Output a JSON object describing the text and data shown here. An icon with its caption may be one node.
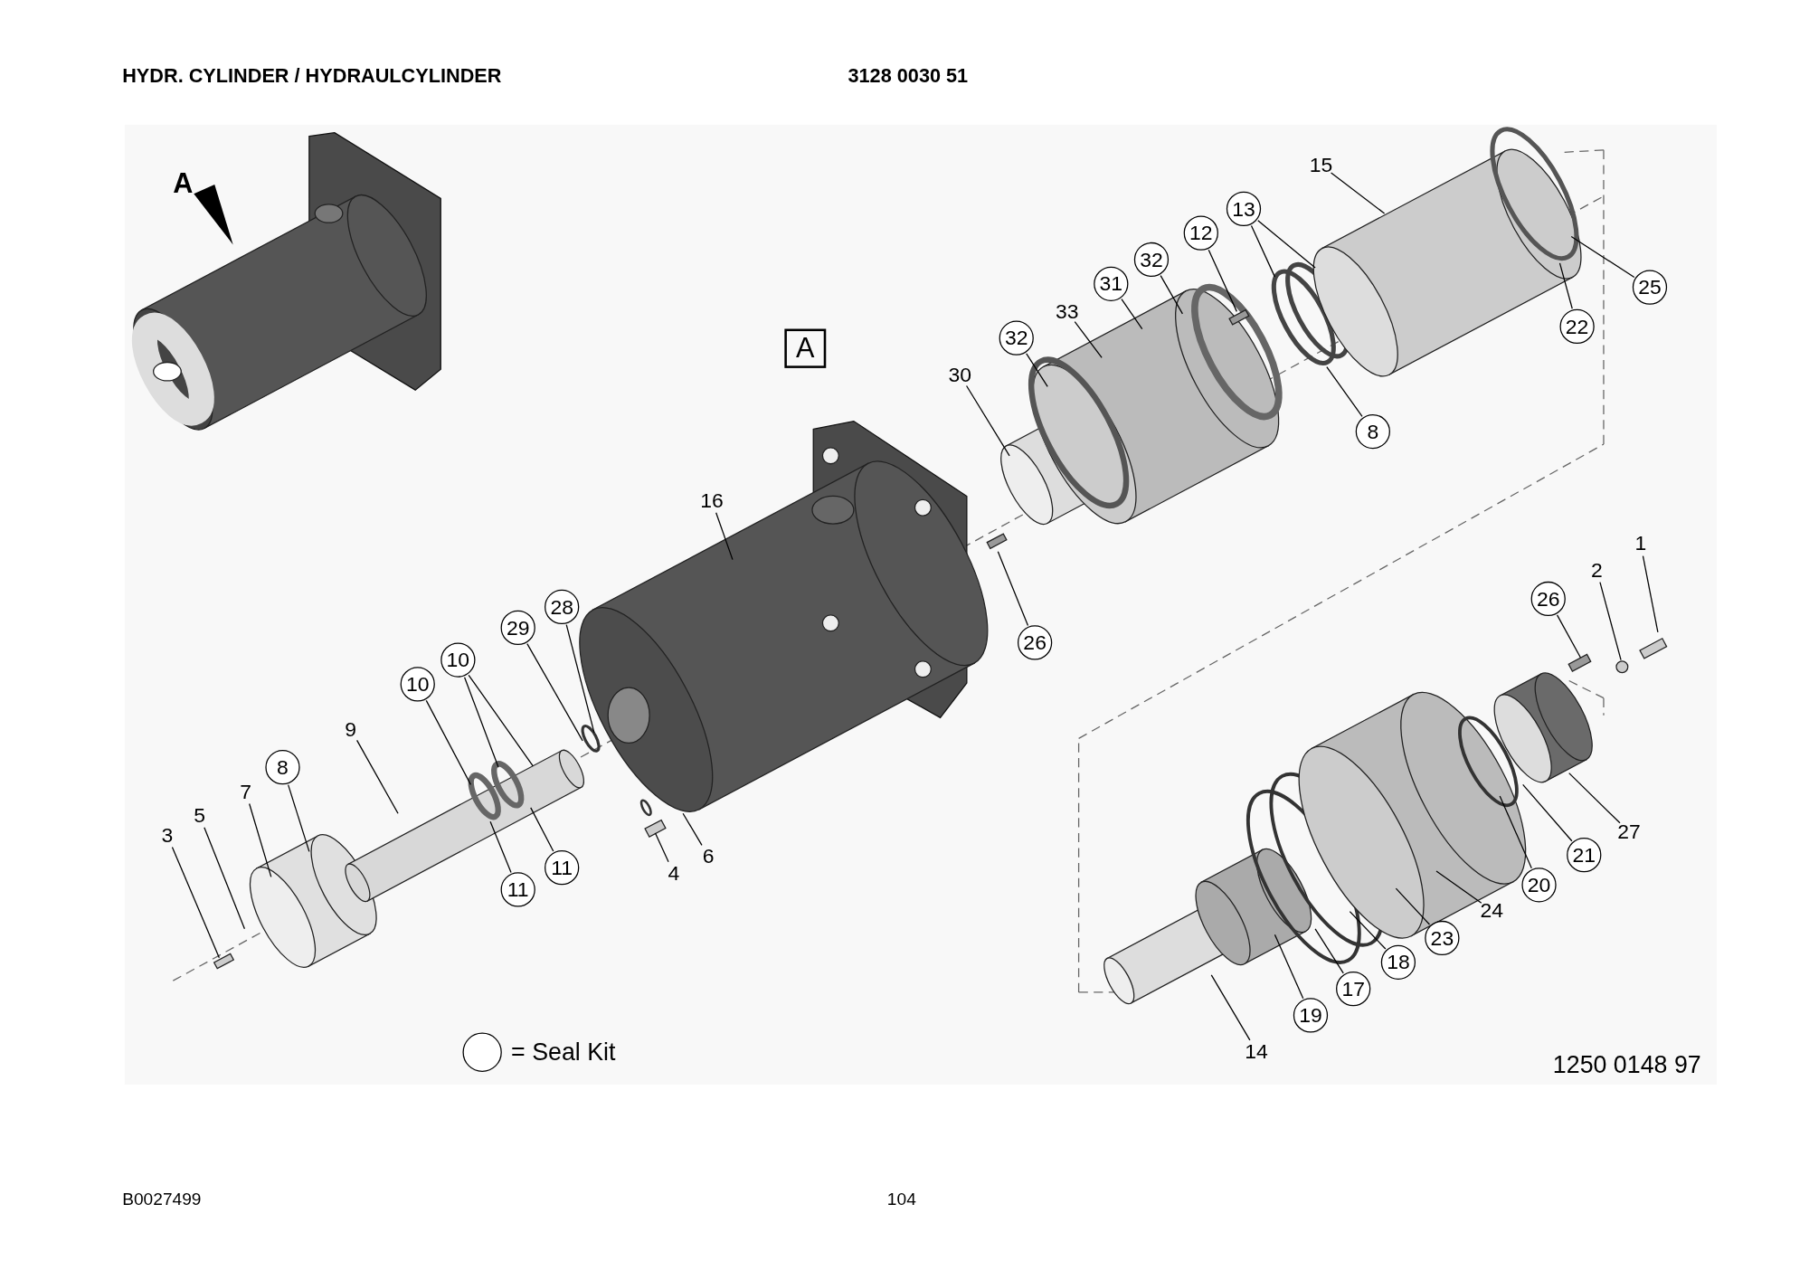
{
  "diagram": {
    "title": "HYDR. CYLINDER / HYDRAULCYLINDER",
    "nodes": [
      {
        "text": [
          "A"
        ]
      },
      {
        "text": [
          "15"
        ]
      },
      {
        "text": [
          "13"
        ]
      },
      {
        "text": [
          "12"
        ]
      },
      {
        "text": [
          "32"
        ]
      },
      {
        "text": [
          "31"
        ]
      },
      {
        "text": [
          "33"
        ]
      },
      {
        "text": [
          "32"
        ]
      },
      {
        "text": [
          "30"
        ]
      },
      {
        "text": [
          "25"
        ]
      },
      {
        "text": [
          "22"
        ]
      },
      {
        "text": [
          "8"
        ]
      },
      {
        "text": [
          "16"
        ]
      },
      {
        "text": [
          "1"
        ]
      },
      {
        "text": [
          "2"
        ]
      },
      {
        "text": [
          "26"
        ]
      },
      {
        "text": [
          "28"
        ]
      },
      {
        "text": [
          "29"
        ]
      },
      {
        "text": [
          "26"
        ]
      },
      {
        "text": [
          "10"
        ]
      },
      {
        "text": [
          "10"
        ]
      },
      {
        "text": [
          "9"
        ]
      },
      {
        "text": [
          "8"
        ]
      },
      {
        "text": [
          "7"
        ]
      },
      {
        "text": [
          "5"
        ]
      },
      {
        "text": [
          "3"
        ]
      },
      {
        "text": [
          "27"
        ]
      },
      {
        "text": [
          "21"
        ]
      },
      {
        "text": [
          "6"
        ]
      },
      {
        "text": [
          "11"
        ]
      },
      {
        "text": [
          "20"
        ]
      },
      {
        "text": [
          "4"
        ]
      },
      {
        "text": [
          "11"
        ]
      },
      {
        "text": [
          "24"
        ]
      },
      {
        "text": [
          "23"
        ]
      },
      {
        "text": [
          "18"
        ]
      },
      {
        "text": [
          "17"
        ]
      },
      {
        "text": [
          "19"
        ]
      },
      {
        "text": [
          "14"
        ]
      }
    ],
    "edges": [
      {
        "from": 1,
        "to": null,
        "arrow": "none"
      },
      {
        "from": 2,
        "to": null,
        "arrow": "none"
      },
      {
        "from": 2,
        "to": null,
        "arrow": "none"
      },
      {
        "from": 3,
        "to": null,
        "arrow": "none"
      },
      {
        "from": 4,
        "to": null,
        "arrow": "none"
      },
      {
        "from": 5,
        "to": null,
        "arrow": "none"
      },
      {
        "from": 6,
        "to": null,
        "arrow": "none"
      },
      {
        "from": 7,
        "to": null,
        "arrow": "none"
      },
      {
        "from": 8,
        "to": null,
        "arrow": "none"
      },
      {
        "from": 9,
        "to": null,
        "arrow": "none"
      },
      {
        "from": 10,
        "to": null,
        "arrow": "none"
      },
      {
        "from": 11,
        "to": null,
        "arrow": "none"
      },
      {
        "from": 12,
        "to": null,
        "arrow": "none"
      },
      {
        "from": 13,
        "to": null,
        "arrow": "none"
      },
      {
        "from": 14,
        "to": null,
        "arrow": "none"
      },
      {
        "from": 15,
        "to": null,
        "arrow": "none"
      },
      {
        "from": 16,
        "to": null,
        "arrow": "none"
      },
      {
        "from": 17,
        "to": null,
        "arrow": "none"
      },
      {
        "from": 18,
        "to": null,
        "arrow": "none"
      },
      {
        "from": 19,
        "to": null,
        "arrow": "none"
      },
      {
        "from": 19,
        "to": null,
        "arrow": "none"
      },
      {
        "from": 20,
        "to": null,
        "arrow": "none"
      },
      {
        "from": 21,
        "to": null,
        "arrow": "none"
      },
      {
        "from": 22,
        "to": null,
        "arrow": "none"
      },
      {
        "from": 23,
        "to": null,
        "arrow": "none"
      },
      {
        "from": 24,
        "to": null,
        "arrow": "none"
      },
      {
        "from": 25,
        "to": null,
        "arrow": "none"
      },
      {
        "from": 26,
        "to": null,
        "arrow": "none"
      },
      {
        "from": 27,
        "to": null,
        "arrow": "none"
      },
      {
        "from": 28,
        "to": null,
        "arrow": "none"
      },
      {
        "from": 29,
        "to": null,
        "arrow": "none"
      },
      {
        "from": 30,
        "to": null,
        "arrow": "none"
      },
      {
        "from": 31,
        "to": null,
        "arrow": "none"
      },
      {
        "from": 32,
        "to": null,
        "arrow": "none"
      },
      {
        "from": 33,
        "to": null,
        "arrow": "none"
      },
      {
        "from": 34,
        "to": null,
        "arrow": "none"
      },
      {
        "from": 35,
        "to": null,
        "arrow": "none"
      },
      {
        "from": 36,
        "to": null,
        "arrow": "none"
      },
      {
        "from": 37,
        "to": null,
        "arrow": "none"
      },
      {
        "from": 38,
        "to": null,
        "arrow": "none"
      }
    ],
    "labels": [
      "3128 0030 51",
      "A",
      "1250 0148 97",
      "B0027499",
      "104"
    ],
    "legend": [
      {
        "text": "= Seal Kit"
      }
    ]
  }
}
